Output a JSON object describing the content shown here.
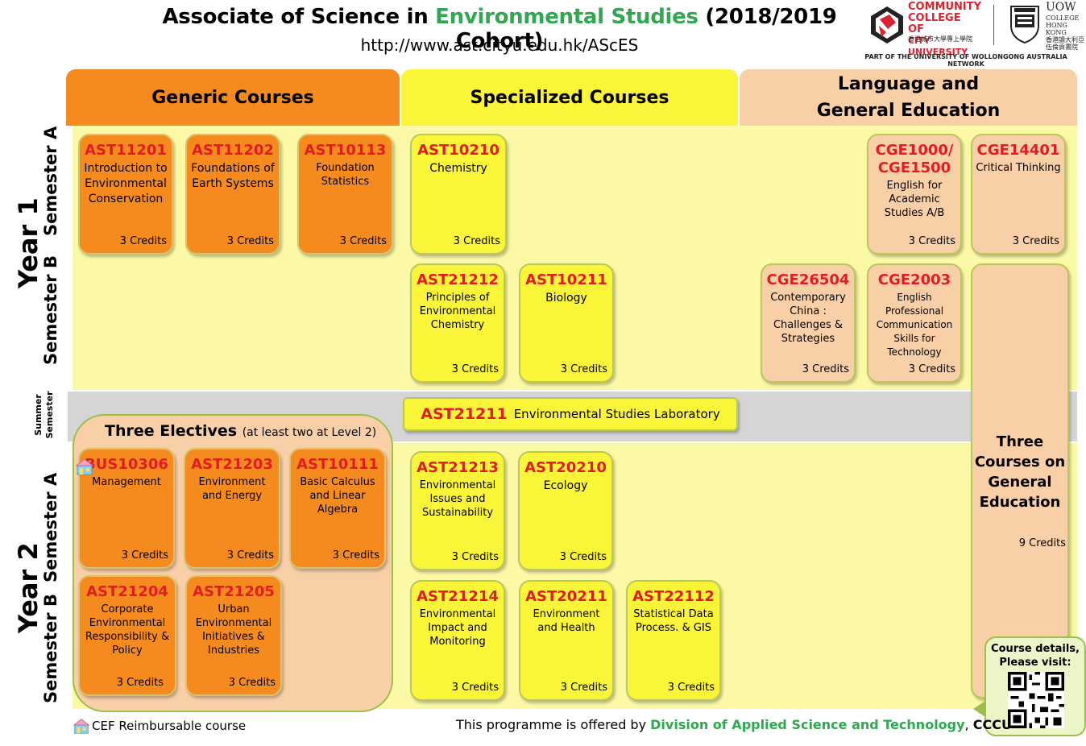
{
  "header": {
    "title_prefix": "Associate of Science in ",
    "title_highlight": "Environmental Studies",
    "title_suffix": " (2018/2019 Cohort)",
    "url": "http://www.ast.cityu.edu.hk/AScES",
    "ccl_name": [
      "COMMUNITY",
      "COLLEGE OF",
      "CITY UNIVERSITY"
    ],
    "ccl_chinese": "香港城市大學專上學院",
    "uow_name": "UOW",
    "uow_sub": [
      "COLLEGE",
      "HONG KONG",
      "香港讀大利亞",
      "伍倫貢書院"
    ],
    "part_of": "PART OF THE UNIVERSITY OF WOLLONGONG AUSTRALIA NETWORK"
  },
  "columns": {
    "generic": "Generic Courses",
    "specialized": "Specialized Courses",
    "language_line1": "Language and",
    "language_line2": "General Education"
  },
  "labels": {
    "year1": "Year 1",
    "year2": "Year 2",
    "semester_a": "Semester A",
    "semester_b": "Semester B",
    "summer_1": "Summer",
    "summer_2": "Semester"
  },
  "courses": {
    "ast11201": {
      "code": "AST11201",
      "name": [
        "Introduction to",
        "Environmental",
        "Conservation"
      ],
      "credits": "3 Credits"
    },
    "ast11202": {
      "code": "AST11202",
      "name": [
        "Foundations of",
        "Earth Systems"
      ],
      "credits": "3 Credits"
    },
    "ast10113": {
      "code": "AST10113",
      "name": [
        "Foundation",
        "Statistics"
      ],
      "credits": "3 Credits"
    },
    "ast10210": {
      "code": "AST10210",
      "name": [
        "Chemistry"
      ],
      "credits": "3 Credits"
    },
    "cge1000": {
      "code1": "CGE1000/",
      "code2": "CGE1500",
      "name": [
        "English for",
        "Academic",
        "Studies A/B"
      ],
      "credits": "3 Credits"
    },
    "cge14401": {
      "code": "CGE14401",
      "name": [
        "Critical Thinking"
      ],
      "credits": "3 Credits"
    },
    "ast21212": {
      "code": "AST21212",
      "name": [
        "Principles of",
        "Environmental",
        "Chemistry"
      ],
      "credits": "3 Credits"
    },
    "ast10211": {
      "code": "AST10211",
      "name": [
        "Biology"
      ],
      "credits": "3 Credits"
    },
    "cge26504": {
      "code": "CGE26504",
      "name": [
        "Contemporary",
        "China :",
        "Challenges &",
        "Strategies"
      ],
      "credits": "3 Credits"
    },
    "cge2003": {
      "code": "CGE2003",
      "name": [
        "English",
        "Professional",
        "Communication",
        "Skills for",
        "Technology"
      ],
      "credits": "3 Credits"
    },
    "ast21211": {
      "code": "AST21211",
      "name": "Environmental Studies  Laboratory"
    },
    "bus10306": {
      "code": "BUS10306",
      "name": [
        "Management"
      ],
      "credits": "3 Credits"
    },
    "ast21203": {
      "code": "AST21203",
      "name": [
        "Environment",
        "and Energy"
      ],
      "credits": "3 Credits"
    },
    "ast10111": {
      "code": "AST10111",
      "name": [
        "Basic Calculus",
        "and Linear",
        "Algebra"
      ],
      "credits": "3 Credits"
    },
    "ast21213": {
      "code": "AST21213",
      "name": [
        "Environmental",
        "Issues and",
        "Sustainability"
      ],
      "credits": "3 Credits"
    },
    "ast20210": {
      "code": "AST20210",
      "name": [
        "Ecology"
      ],
      "credits": "3 Credits"
    },
    "ast21204": {
      "code": "AST21204",
      "name": [
        "Corporate",
        "Environmental",
        "Responsibility &",
        "Policy"
      ],
      "credits": "3 Credits"
    },
    "ast21205": {
      "code": "AST21205",
      "name": [
        "Urban",
        "Environmental",
        "Initiatives  &",
        "Industries"
      ],
      "credits": "3 Credits"
    },
    "ast21214": {
      "code": "AST21214",
      "name": [
        "Environmental",
        "Impact and",
        "Monitoring"
      ],
      "credits": "3 Credits"
    },
    "ast20211": {
      "code": "AST20211",
      "name": [
        "Environment",
        "and Health"
      ],
      "credits": "3 Credits"
    },
    "ast22112": {
      "code": "AST22112",
      "name": [
        "Statistical Data",
        "Process. & GIS"
      ],
      "credits": "3 Credits"
    }
  },
  "electives": {
    "title": "Three Electives",
    "note": "(at least two at Level 2)"
  },
  "general_education": {
    "line1": "Three",
    "line2": "Courses on",
    "line3": "General",
    "line4": "Education",
    "credits": "9 Credits"
  },
  "bubble": {
    "line1": "Course details,",
    "line2": "Please visit:"
  },
  "footer": {
    "cef": "CEF Reimbursable course",
    "offered_prefix": "This programme is offered by ",
    "division": "Division of Applied Science and Technology",
    "comma": ", ",
    "ccu": "CCCU"
  },
  "colors": {
    "orange": "#f58b1f",
    "yellow": "#fbf53a",
    "peach": "#f9cfa8",
    "green_text": "#2fa84f",
    "code_red": "#e31b23"
  }
}
